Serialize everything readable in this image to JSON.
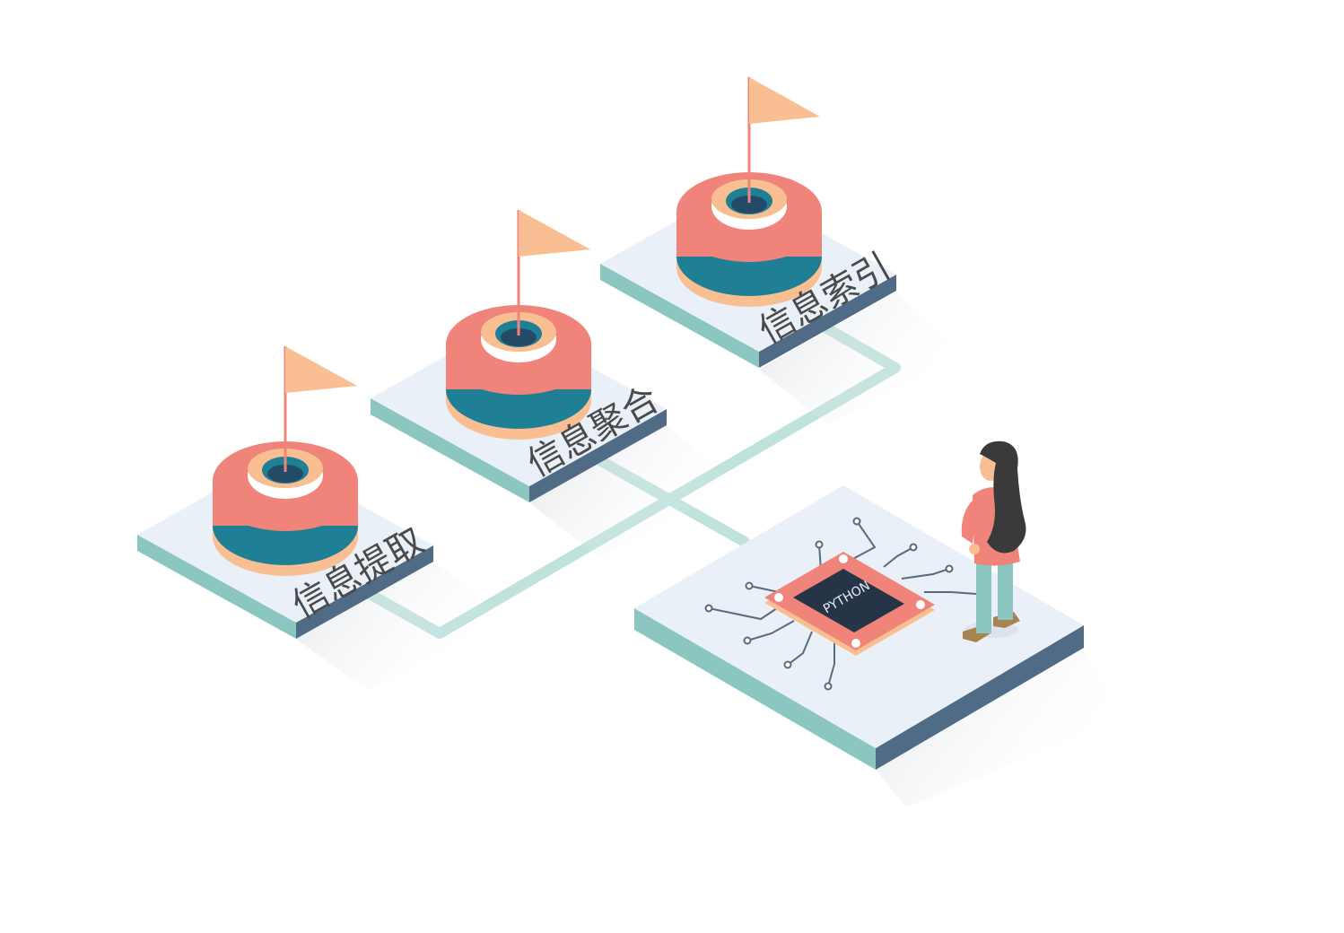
{
  "nodes": [
    {
      "id": "extract",
      "label": "信息提取"
    },
    {
      "id": "aggregate",
      "label": "信息聚合"
    },
    {
      "id": "index",
      "label": "信息索引"
    }
  ],
  "chip": {
    "label": "PYTHON"
  },
  "colors": {
    "platform_top": "#eaf0f8",
    "platform_left": "#8cc6c0",
    "platform_right": "#4f6b85",
    "connector": "#bfe2dd",
    "ring_coral": "#f0847a",
    "ring_peach": "#f9bf93",
    "ring_teal": "#1f7f94",
    "ring_navy": "#234a66",
    "flag": "#f9bf93",
    "pole": "#f0847a",
    "chip_board": "#f0847a",
    "chip_core": "#263448",
    "circuit": "#5b6a7c",
    "hair": "#3a3a3a",
    "shirt": "#f0847a",
    "pants": "#8cc6c0",
    "skin": "#f9bf93",
    "shoes": "#a8824f"
  }
}
